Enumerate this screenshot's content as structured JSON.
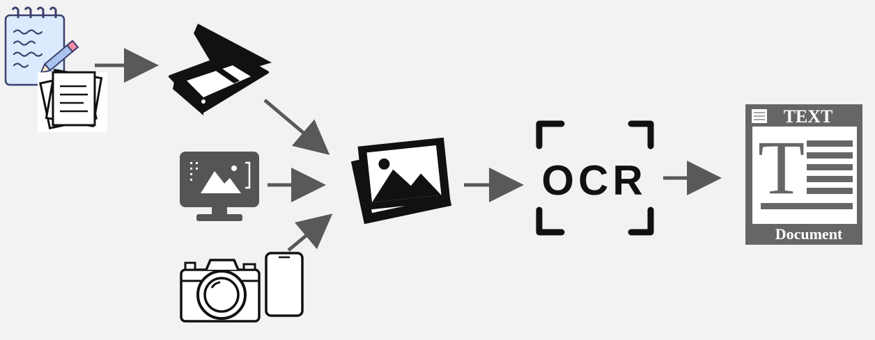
{
  "ocr": {
    "label": "OCR"
  },
  "document": {
    "header": "TEXT",
    "footer": "Document"
  },
  "icons": {
    "handwritten_notes": "notepad-with-pencil-icon",
    "paper_documents": "paper-stack-icon",
    "scanner": "flatbed-scanner-icon",
    "screen": "monitor-with-image-icon",
    "camera": "camera-icon",
    "phone": "smartphone-icon",
    "images": "image-stack-icon",
    "ocr": "ocr-frame-icon",
    "document": "text-document-icon"
  },
  "colors": {
    "arrow": "#595959",
    "icon_dark": "#111111",
    "doc_gray": "#666666",
    "notepad_blue": "#dbeafc",
    "background": "#f2f2f2"
  }
}
